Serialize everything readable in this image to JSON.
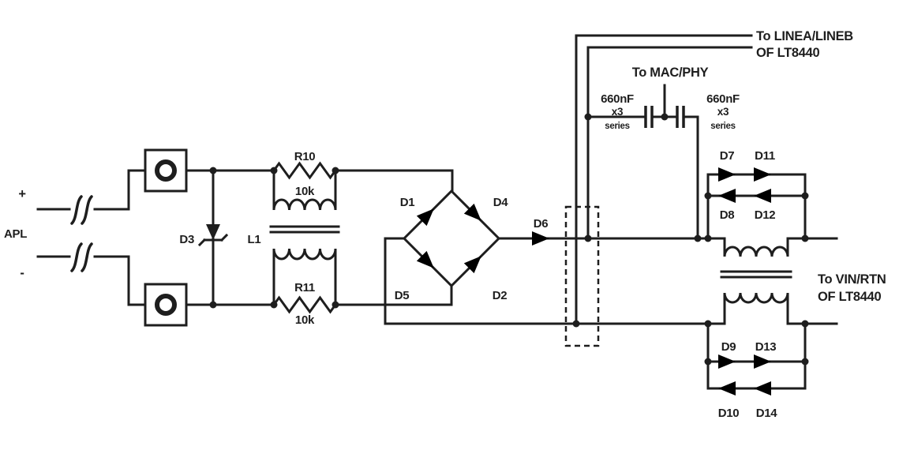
{
  "colors": {
    "ink": "#1e1e1e",
    "background": "#ffffff"
  },
  "schematic": {
    "input": {
      "plus": "+",
      "name": "APL",
      "minus": "-"
    },
    "protection": {
      "tvs": "D3"
    },
    "choke": {
      "name": "L1"
    },
    "resistors": {
      "top": {
        "ref": "R10",
        "value": "10k"
      },
      "bottom": {
        "ref": "R11",
        "value": "10k"
      }
    },
    "bridge": {
      "d1": "D1",
      "d4": "D4",
      "d5": "D5",
      "d2": "D2"
    },
    "series_diode": "D6",
    "line_out": {
      "line1": "To LINEA/LINEB",
      "line2": "OF LT8440"
    },
    "mac_phy": "To MAC/PHY",
    "coupling_caps": {
      "left": {
        "value": "660nF",
        "mult": "x3",
        "note": "series"
      },
      "right": {
        "value": "660nF",
        "mult": "x3",
        "note": "series"
      }
    },
    "clamp_top": {
      "d7": "D7",
      "d11": "D11",
      "d8": "D8",
      "d12": "D12"
    },
    "clamp_bottom": {
      "d9": "D9",
      "d13": "D13",
      "d10": "D10",
      "d14": "D14"
    },
    "vin_out": {
      "line1": "To VIN/RTN",
      "line2": "OF LT8440"
    }
  }
}
